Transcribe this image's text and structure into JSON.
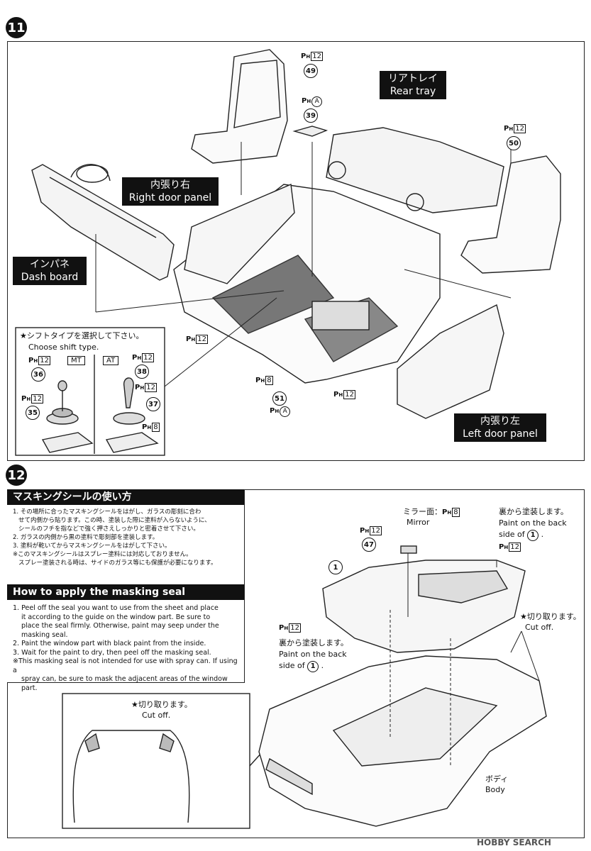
{
  "step11": {
    "number": "11",
    "callouts": {
      "ph_seat_left": "P",
      "ph_seat_left_code": "12",
      "part_49": "49",
      "ph_tray_small": "A",
      "part_39": "39",
      "ph_seat_right_code": "12",
      "part_50": "50",
      "ph_floor_left_code": "12",
      "ph_floor_center_code": "8",
      "part_51": "51",
      "ph_51_code": "A",
      "ph_floor_right_code": "12"
    },
    "labels": {
      "rear_tray_jp": "リアトレイ",
      "rear_tray_en": "Rear tray",
      "right_door_jp": "内張り右",
      "right_door_en": "Right door panel",
      "dash_jp": "インパネ",
      "dash_en": "Dash board",
      "left_door_jp": "内張り左",
      "left_door_en": "Left door panel"
    },
    "shift": {
      "note_jp": "★シフトタイプを選択して下さい。",
      "note_en": "Choose shift type.",
      "mt_label": "MT",
      "at_label": "AT",
      "part_36": "36",
      "part_35": "35",
      "part_38": "38",
      "part_37": "37",
      "ph_36_code": "12",
      "ph_35_code": "12",
      "ph_38_code": "12",
      "ph_at_code": "12",
      "ph_8_code": "8"
    }
  },
  "step12": {
    "number": "12",
    "masking_jp": {
      "title": "マスキングシールの使い方",
      "line1": "1. その場所に合ったマスキングシールをはがし、ガラスの彫刻に合わ",
      "line1b": "せて内側から貼ります。この時、塗装した際に塗料が入らないように、",
      "line1c": "シールのフチを指などで強く押さえしっかりと密着させて下さい。",
      "line2": "2. ガラスの内側から黒の塗料で彫刻部を塗装します。",
      "line3": "3. 塗料が乾いてからマスキングシールをはがして下さい。",
      "note1": "※このマスキングシールはスプレー塗料には対応しておりません。",
      "note2": "スプレー塗装される時は、サイドのガラス等にも保護が必要になります。"
    },
    "masking_en": {
      "title": "How to apply the masking seal",
      "line1": "1.  Peel off the seal you want to use from the sheet and place",
      "line1b": "it according to the guide on the window part. Be sure to",
      "line1c": "place the seal firmly. Otherwise, paint may seep under the",
      "line1d": "masking seal.",
      "line2": "2.  Paint the window part with black paint from the inside.",
      "line3": "3.  Wait for the paint to dry, then peel off the masking seal.",
      "note1": "※This masking seal is not intended for use with spray can. If using a",
      "note2": "spray can, be sure to mask the adjacent areas of the window part."
    },
    "cutoff_jp": "★切り取ります。",
    "cutoff_en": "Cut off.",
    "cutoff2_jp": "★切り取ります。",
    "cutoff2_en": "Cut off.",
    "mirror_jp": "ミラー面：",
    "mirror_en": "Mirror",
    "mirror_code": "8",
    "paint_back_jp": "裏から塗装します。",
    "paint_back_en1": "Paint on the back",
    "paint_back_en2": "side of",
    "paint_back2_jp": "裏から塗装します。",
    "paint_back2_en1": "Paint on the back",
    "paint_back2_en2": "side of",
    "part_1": "1",
    "part_47": "47",
    "ph_47_code": "12",
    "ph_window_code": "12",
    "ph_left_code": "12",
    "body_jp": "ボディ",
    "body_en": "Body"
  },
  "watermark": "HOBBY SEARCH"
}
